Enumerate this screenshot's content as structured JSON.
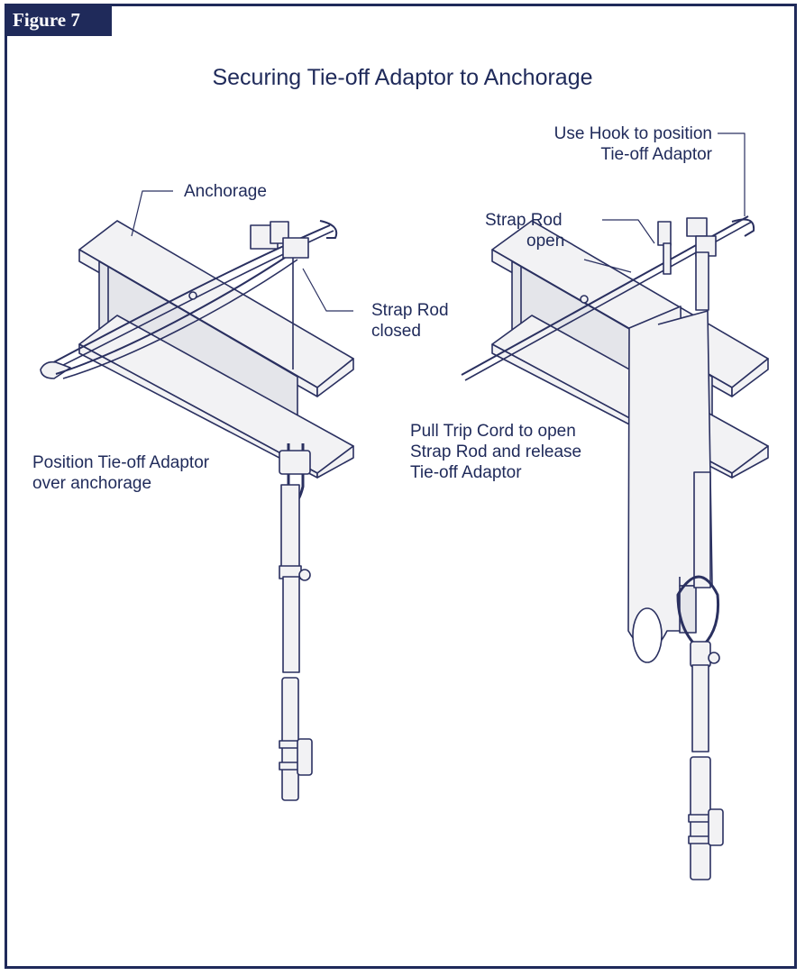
{
  "figure_tag": "Figure 7",
  "title": "Securing Tie-off Adaptor to Anchorage",
  "labels": {
    "anchorage": "Anchorage",
    "strap_rod_closed_1": "Strap Rod",
    "strap_rod_closed_2": "closed",
    "position_1": "Position Tie-off Adaptor",
    "position_2": "over anchorage",
    "use_hook_1": "Use Hook to position",
    "use_hook_2": "Tie-off Adaptor",
    "strap_rod_open_1": "Strap Rod",
    "strap_rod_open_2": "open",
    "pull_1": "Pull Trip Cord to open",
    "pull_2": "Strap Rod and release",
    "pull_3": "Tie-off Adaptor"
  },
  "colors": {
    "ink": "#1f2a5a",
    "line": "#2a3060",
    "fill": "#f2f2f4"
  }
}
